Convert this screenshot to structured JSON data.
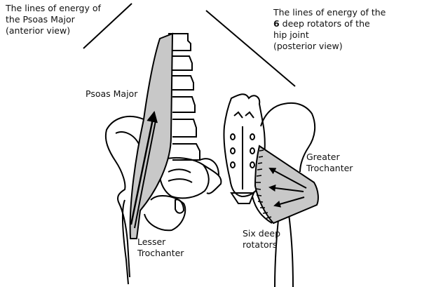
{
  "title_left": [
    "The lines of energy of",
    "the Psoas Major",
    "(anterior view)"
  ],
  "title_right": {
    "line1": "The lines of energy of the",
    "line2_bold": "6",
    "line2_rest": " deep rotators of the",
    "line3": "hip joint",
    "line4": "(posterior view)"
  },
  "labels": {
    "psoas_major": "Psoas Major",
    "lesser_trochanter": [
      "Lesser",
      "Trochanter"
    ],
    "greater_trochanter": [
      "Greater",
      "Trochanter"
    ],
    "six_deep_rotators": [
      "Six deep",
      "rotators"
    ]
  },
  "colors": {
    "muscle_fill": "#c8c8c8",
    "ink": "#000000",
    "background": "#ffffff"
  }
}
